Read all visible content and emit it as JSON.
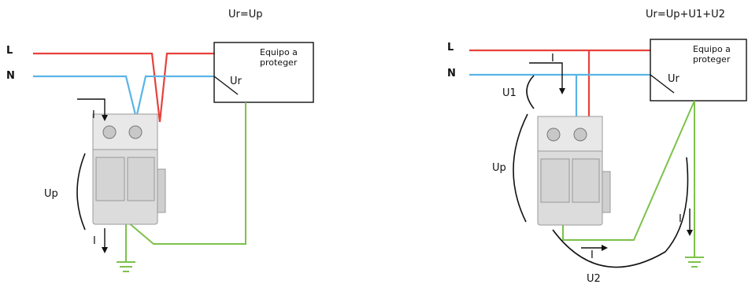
{
  "colors": {
    "line_l": "#e8403a",
    "line_n": "#5ab4e6",
    "earth": "#7cc24a",
    "device": "#dcdcdc",
    "ink": "#111111"
  },
  "left": {
    "formula": "Ur=Up",
    "label_l": "L",
    "label_n": "N",
    "equipment_line1": "Equipo a",
    "equipment_line2": "proteger",
    "ur": "Ur",
    "up": "Up",
    "current_top": "I",
    "current_bottom": "I"
  },
  "right": {
    "formula": "Ur=Up+U1+U2",
    "label_l": "L",
    "label_n": "N",
    "equipment_line1": "Equipo a",
    "equipment_line2": "proteger",
    "ur": "Ur",
    "up": "Up",
    "u1": "U1",
    "u2": "U2",
    "current_top": "I",
    "current_bottom": "I",
    "current_right": "I"
  }
}
